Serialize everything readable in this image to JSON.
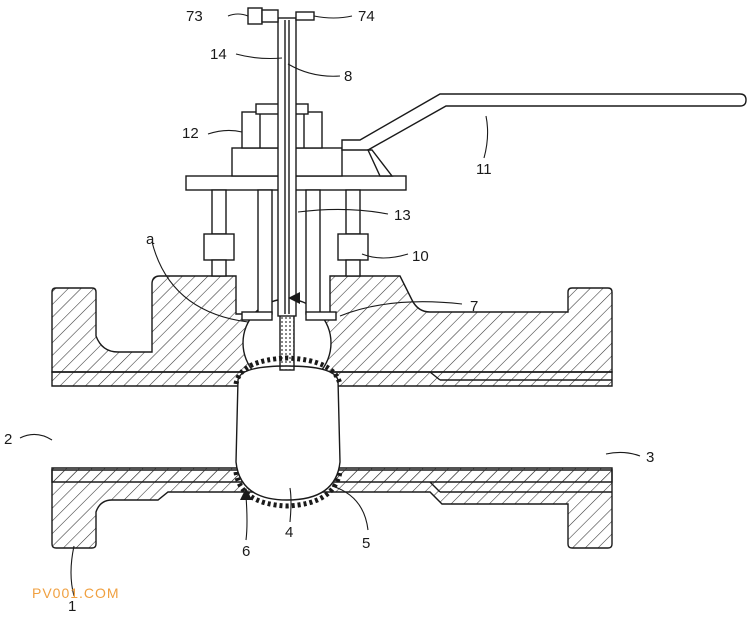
{
  "labels": {
    "l1": "1",
    "l2": "2",
    "l3": "3",
    "l4": "4",
    "l5": "5",
    "l6": "6",
    "l7": "7",
    "l8": "8",
    "l10": "10",
    "l11": "11",
    "l12": "12",
    "l13": "13",
    "l14": "14",
    "l73": "73",
    "l74": "74",
    "la": "a"
  },
  "watermark": "PV001.COM",
  "colors": {
    "line": "#1a1a1a",
    "hatch": "#333333",
    "watermark": "#f0a040"
  }
}
